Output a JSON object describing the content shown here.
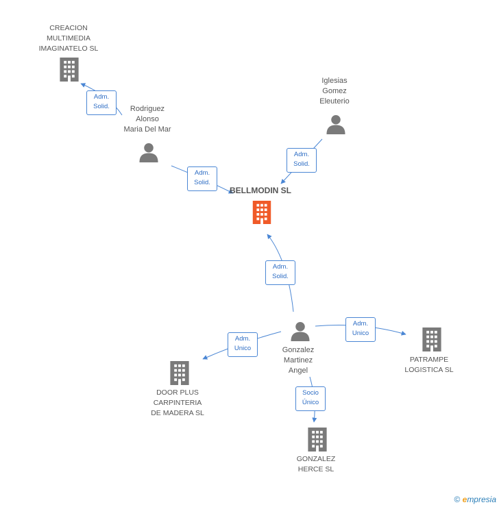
{
  "colors": {
    "edge": "#4a86d4",
    "node": "#7a7a7a",
    "center": "#f05a28",
    "label": "#555555"
  },
  "nodes": {
    "center": {
      "lines": [
        "BELLMODIN SL"
      ],
      "icon": "building-icon"
    },
    "creacion": {
      "lines": [
        "CREACION",
        "MULTIMEDIA",
        "IMAGINATELO SL"
      ],
      "icon": "building-icon"
    },
    "rodriguez": {
      "lines": [
        "Rodriguez",
        "Alonso",
        "Maria Del Mar"
      ],
      "icon": "person-icon"
    },
    "iglesias": {
      "lines": [
        "Iglesias",
        "Gomez",
        "Eleuterio"
      ],
      "icon": "person-icon"
    },
    "gonzalez": {
      "lines": [
        "Gonzalez",
        "Martinez",
        "Angel"
      ],
      "icon": "person-icon"
    },
    "doorplus": {
      "lines": [
        "DOOR PLUS",
        "CARPINTERIA",
        "DE MADERA SL"
      ],
      "icon": "building-icon"
    },
    "patrampe": {
      "lines": [
        "PATRAMPE",
        "LOGISTICA  SL"
      ],
      "icon": "building-icon"
    },
    "herce": {
      "lines": [
        "GONZALEZ",
        "HERCE SL"
      ],
      "icon": "building-icon"
    }
  },
  "edges": {
    "rodriguez_creacion": [
      "Adm.",
      "Solid."
    ],
    "rodriguez_center": [
      "Adm.",
      "Solid."
    ],
    "iglesias_center": [
      "Adm.",
      "Solid."
    ],
    "gonzalez_center": [
      "Adm.",
      "Solid."
    ],
    "gonzalez_doorplus": [
      "Adm.",
      "Unico"
    ],
    "gonzalez_patrampe": [
      "Adm.",
      "Unico"
    ],
    "gonzalez_herce": [
      "Socio",
      "Único"
    ]
  },
  "footer": {
    "copyright": "©",
    "brand_e": "e",
    "brand_rest": "mpresia"
  }
}
